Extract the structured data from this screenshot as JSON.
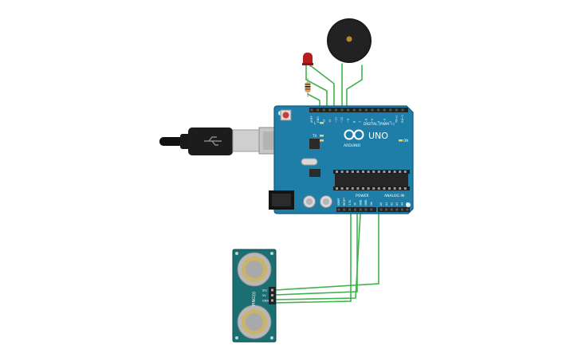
{
  "board": {
    "brand": "ARDUINO",
    "model": "UNO",
    "label_digital": "DIGITAL (PWM ~)",
    "label_power": "POWER",
    "label_analog": "ANALOG IN",
    "label_on": "ON",
    "label_tx": "TX",
    "label_rx": "RX",
    "label_l": "L",
    "digital_pins": [
      "AREF",
      "GND",
      "13",
      "12",
      "~11",
      "~10",
      "~9",
      "8",
      "7",
      "~6",
      "~5",
      "4",
      "~3",
      "2",
      "TX→1",
      "RX←0"
    ],
    "power_pins": [
      "IOREF",
      "RESET",
      "3.3V",
      "5V",
      "GND",
      "GND",
      "Vin"
    ],
    "analog_pins": [
      "A0",
      "A1",
      "A2",
      "A3",
      "A4",
      "A5"
    ]
  },
  "sensor": {
    "model": "PING)))",
    "pins": [
      "SIG",
      "5V",
      "GND"
    ]
  },
  "colors": {
    "board": "#1f7ea8",
    "board_edge": "#135b7c",
    "wire": "#3fb24a",
    "sensor_pcb": "#1b6f73",
    "buzzer": "#1a1a1a",
    "led": "#b81c1c"
  }
}
